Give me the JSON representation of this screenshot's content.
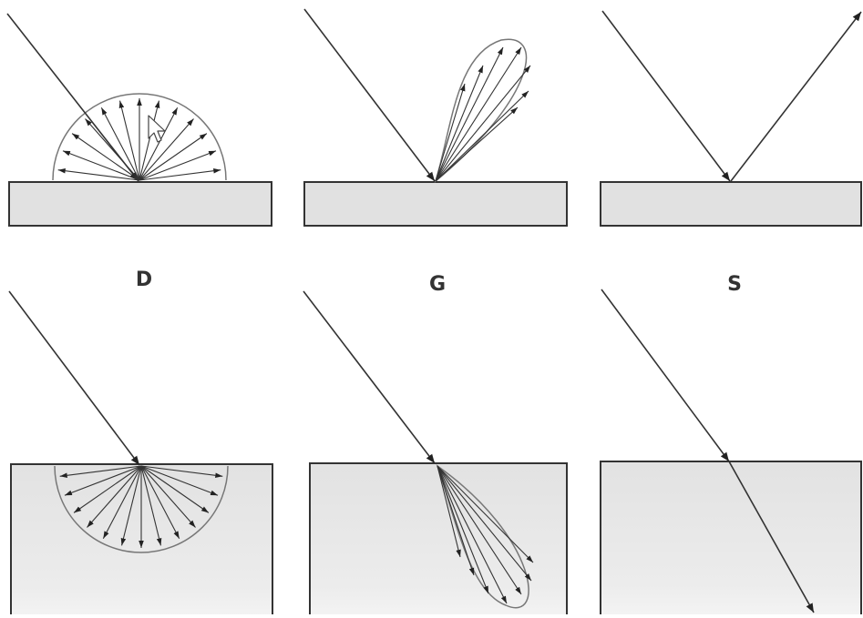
{
  "labels": {
    "diffuse": "D",
    "glossy": "G",
    "specular": "S"
  },
  "colors": {
    "slab_fill": "#e1e1e1",
    "stroke": "#333333",
    "lobe_stroke": "#777777",
    "background": "#ffffff"
  },
  "icons": {
    "cursor": "mouse-pointer-icon"
  }
}
